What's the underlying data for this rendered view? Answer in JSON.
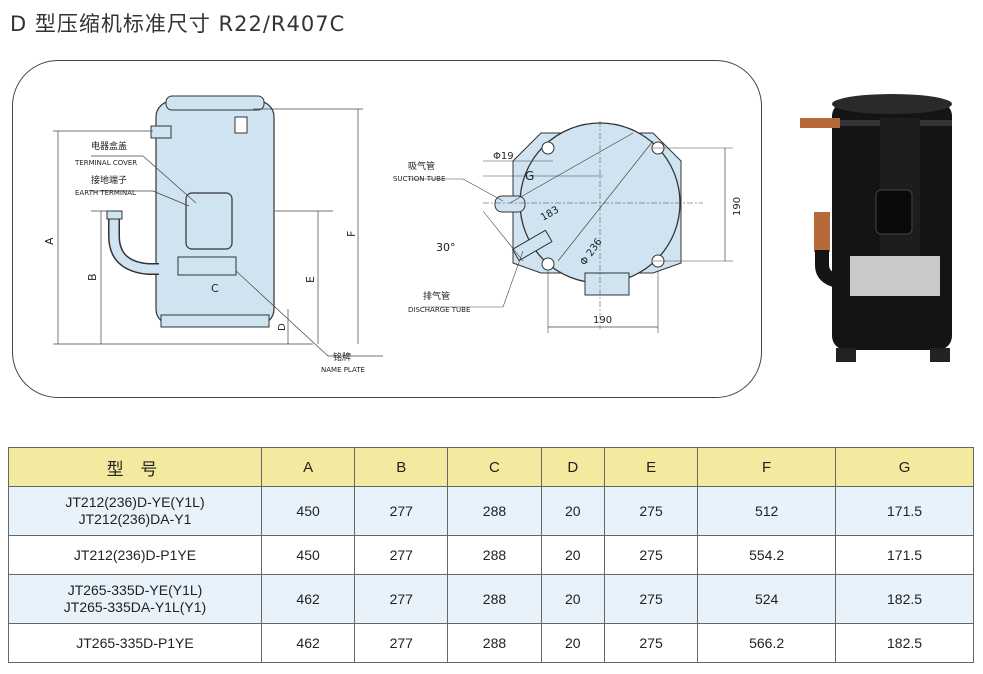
{
  "title": "D 型压缩机标准尺寸 R22/R407C",
  "drawing": {
    "terminal_cover_cn": "电器盒盖",
    "terminal_cover_en": "TERMINAL COVER",
    "earth_terminal_cn": "接地端子",
    "earth_terminal_en": "EARTH TERMINAL",
    "name_plate_cn": "铭牌",
    "name_plate_en": "NAME PLATE",
    "suction_tube_cn": "吸气管",
    "suction_tube_en": "SUCTION TUBE",
    "discharge_tube_cn": "排气管",
    "discharge_tube_en": "DISCHARGE TUBE",
    "dim_A": "A",
    "dim_B": "B",
    "dim_C": "C",
    "dim_D": "D",
    "dim_E": "E",
    "dim_F": "F",
    "dim_G": "G",
    "phi19": "Φ19",
    "dim_183": "183",
    "dim_phi236": "Φ 236",
    "angle_30": "30°",
    "dim_190_vertical": "190",
    "dim_190_horizontal": "190"
  },
  "table": {
    "headers": [
      "型 号",
      "A",
      "B",
      "C",
      "D",
      "E",
      "F",
      "G"
    ],
    "rows": [
      {
        "model_line1": "JT212(236)D-YE(Y1L)",
        "model_line2": "JT212(236)DA-Y1",
        "A": "450",
        "B": "277",
        "C": "288",
        "D": "20",
        "E": "275",
        "F": "512",
        "G": "171.5"
      },
      {
        "model_line1": "JT212(236)D-P1YE",
        "model_line2": "",
        "A": "450",
        "B": "277",
        "C": "288",
        "D": "20",
        "E": "275",
        "F": "554.2",
        "G": "171.5"
      },
      {
        "model_line1": "JT265-335D-YE(Y1L)",
        "model_line2": "JT265-335DA-Y1L(Y1)",
        "A": "462",
        "B": "277",
        "C": "288",
        "D": "20",
        "E": "275",
        "F": "524",
        "G": "182.5"
      },
      {
        "model_line1": "JT265-335D-P1YE",
        "model_line2": "",
        "A": "462",
        "B": "277",
        "C": "288",
        "D": "20",
        "E": "275",
        "F": "566.2",
        "G": "182.5"
      }
    ]
  },
  "colors": {
    "drawing_fill": "#cfe3f1",
    "header_fill": "#f3e99f",
    "row_fill": "#e7f2fa",
    "compressor_body": "#141414",
    "copper": "#b8693a"
  }
}
